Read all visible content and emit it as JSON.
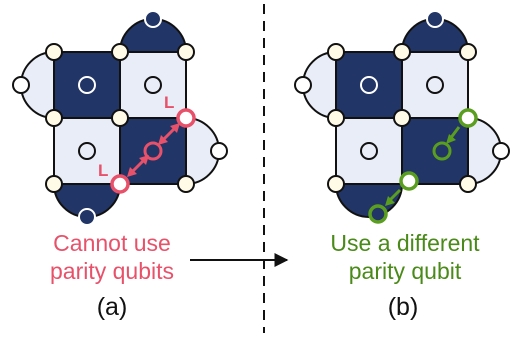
{
  "colors": {
    "dark_plaquette": "#223567",
    "light_plaquette": "#e9edf7",
    "outline": "#111111",
    "data_qubit_fill": "#fffbe6",
    "error_red": "#e8516a",
    "ok_green": "#5a9e1f",
    "ok_green_text": "#4a8a18"
  },
  "icons": {
    "data_qubit": "circle-filled-cream",
    "parity_qubit": "circle-hollow-white",
    "blocked_parity_qubit": "circle-hollow-red",
    "chosen_parity_qubit": "circle-hollow-green",
    "swap_direction": "double-headed-arrow",
    "transfer": "right-arrow",
    "divider": "dashed-vertical-line"
  },
  "panel_a": {
    "label": "(a)",
    "caption_line1": "Cannot use",
    "caption_line2": "parity qubits",
    "marker_top": "L",
    "marker_bottom": "L"
  },
  "panel_b": {
    "label": "(b)",
    "caption_line1": "Use a different",
    "caption_line2": "parity qubit"
  }
}
